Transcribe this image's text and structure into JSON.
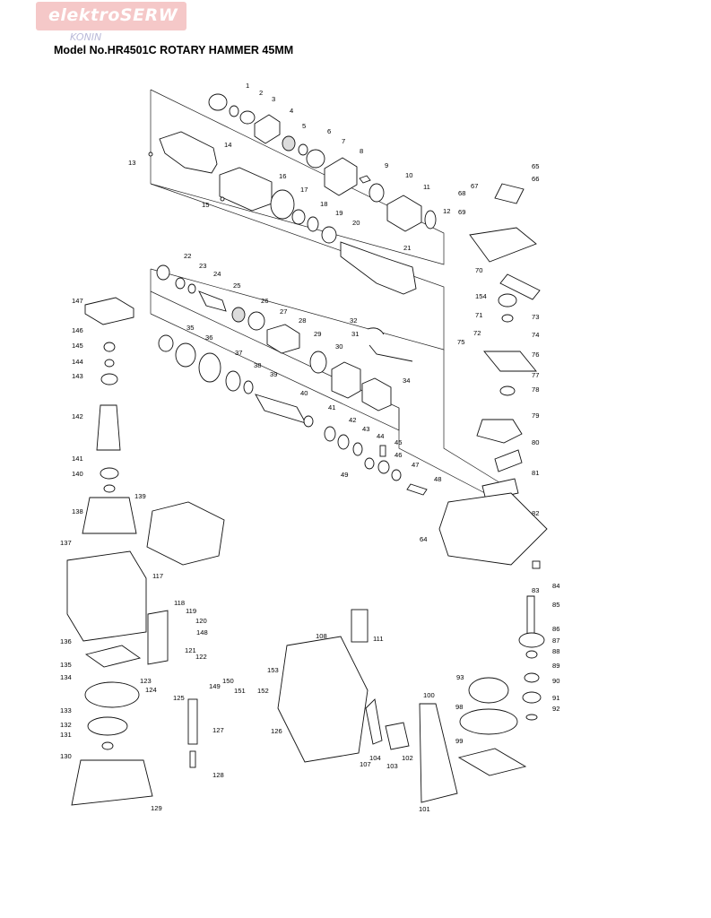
{
  "watermark": {
    "brand": "elektroSERW",
    "city": "KONIN"
  },
  "header": {
    "title": "Model No.HR4501C ROTARY HAMMER 45MM"
  },
  "callouts": [
    "1",
    "2",
    "3",
    "4",
    "5",
    "6",
    "7",
    "8",
    "9",
    "10",
    "11",
    "12",
    "13",
    "14",
    "15",
    "16",
    "17",
    "18",
    "19",
    "20",
    "21",
    "22",
    "23",
    "24",
    "25",
    "26",
    "27",
    "28",
    "29",
    "30",
    "31",
    "32",
    "34",
    "35",
    "36",
    "37",
    "38",
    "39",
    "40",
    "41",
    "42",
    "43",
    "44",
    "45",
    "46",
    "47",
    "48",
    "49",
    "64",
    "65",
    "66",
    "67",
    "68",
    "69",
    "70",
    "71",
    "72",
    "73",
    "74",
    "75",
    "76",
    "77",
    "78",
    "79",
    "80",
    "81",
    "82",
    "83",
    "84",
    "85",
    "86",
    "87",
    "88",
    "89",
    "90",
    "91",
    "92",
    "93",
    "98",
    "99",
    "100",
    "101",
    "102",
    "103",
    "104",
    "107",
    "108",
    "111",
    "117",
    "118",
    "119",
    "120",
    "121",
    "122",
    "123",
    "124",
    "125",
    "126",
    "127",
    "128",
    "129",
    "130",
    "131",
    "132",
    "133",
    "134",
    "135",
    "136",
    "137",
    "138",
    "139",
    "140",
    "141",
    "142",
    "143",
    "144",
    "145",
    "146",
    "147",
    "148",
    "149",
    "150",
    "151",
    "152",
    "153",
    "154"
  ]
}
